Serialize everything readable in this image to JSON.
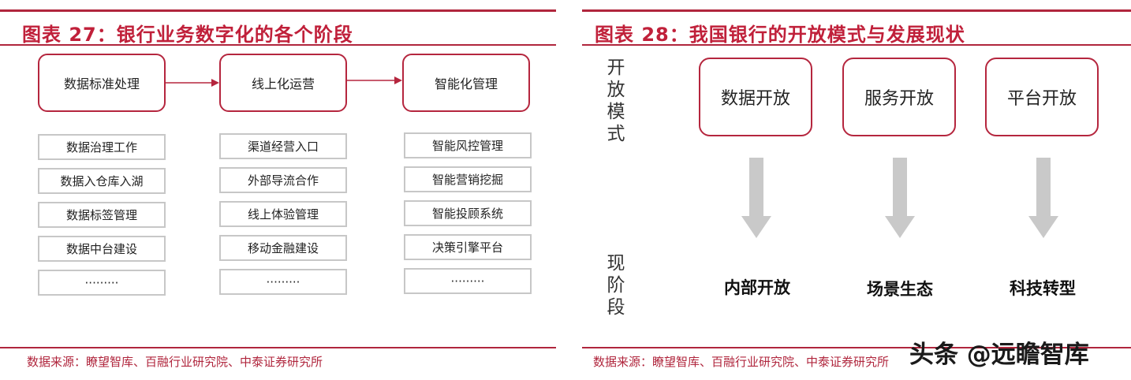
{
  "left": {
    "title": "图表 27：银行业务数字化的各个阶段",
    "stages": [
      {
        "label": "数据标准处理",
        "items": [
          "数据治理工作",
          "数据入仓库入湖",
          "数据标签管理",
          "数据中台建设",
          "·········"
        ]
      },
      {
        "label": "线上化运营",
        "items": [
          "渠道经营入口",
          "外部导流合作",
          "线上体验管理",
          "移动金融建设",
          "·········"
        ]
      },
      {
        "label": "智能化管理",
        "items": [
          "智能风控管理",
          "智能营销挖掘",
          "智能投顾系统",
          "决策引擎平台",
          "·········"
        ]
      }
    ],
    "source": "数据来源：瞭望智库、百融行业研究院、中泰证券研究所"
  },
  "right": {
    "title": "图表 28：我国银行的开放模式与发展现状",
    "label_mode": [
      "开",
      "放",
      "模",
      "式"
    ],
    "label_status": [
      "现",
      "阶",
      "段"
    ],
    "modes": [
      "数据开放",
      "服务开放",
      "平台开放"
    ],
    "statuses": [
      "内部开放",
      "场景生态",
      "科技转型"
    ],
    "source": "数据来源：瞭望智库、百融行业研究院、中泰证券研究所"
  },
  "watermark": "头条 @远瞻智库",
  "colors": {
    "accent": "#b0263d",
    "box_border": "#c7c7c7",
    "arrow_gray": "#c9c9c9"
  }
}
